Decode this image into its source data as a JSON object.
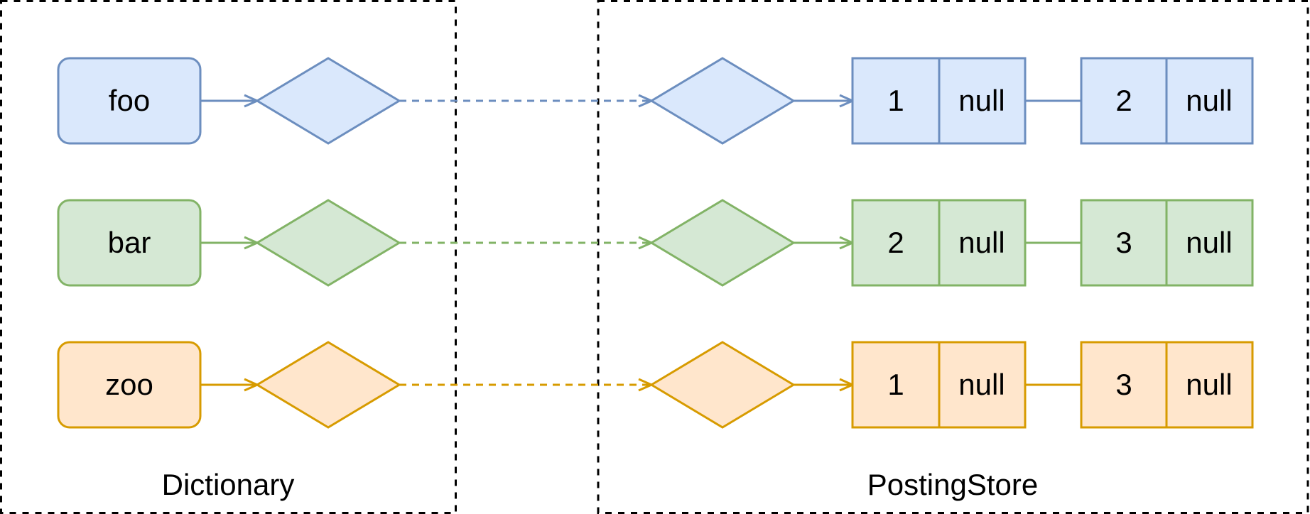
{
  "containers": {
    "dictionary": {
      "label": "Dictionary"
    },
    "posting_store": {
      "label": "PostingStore"
    }
  },
  "colors": {
    "blue": {
      "fill": "#dae8fc",
      "stroke": "#6c8ebf"
    },
    "green": {
      "fill": "#d5e8d4",
      "stroke": "#82b366"
    },
    "orange": {
      "fill": "#ffe6cc",
      "stroke": "#d79b00"
    },
    "container_border": "#000000"
  },
  "rows": [
    {
      "term": "foo",
      "color": "blue",
      "postings": [
        {
          "doc": "1",
          "next": "null"
        },
        {
          "doc": "2",
          "next": "null"
        }
      ]
    },
    {
      "term": "bar",
      "color": "green",
      "postings": [
        {
          "doc": "2",
          "next": "null"
        },
        {
          "doc": "3",
          "next": "null"
        }
      ]
    },
    {
      "term": "zoo",
      "color": "orange",
      "postings": [
        {
          "doc": "1",
          "next": "null"
        },
        {
          "doc": "3",
          "next": "null"
        }
      ]
    }
  ]
}
